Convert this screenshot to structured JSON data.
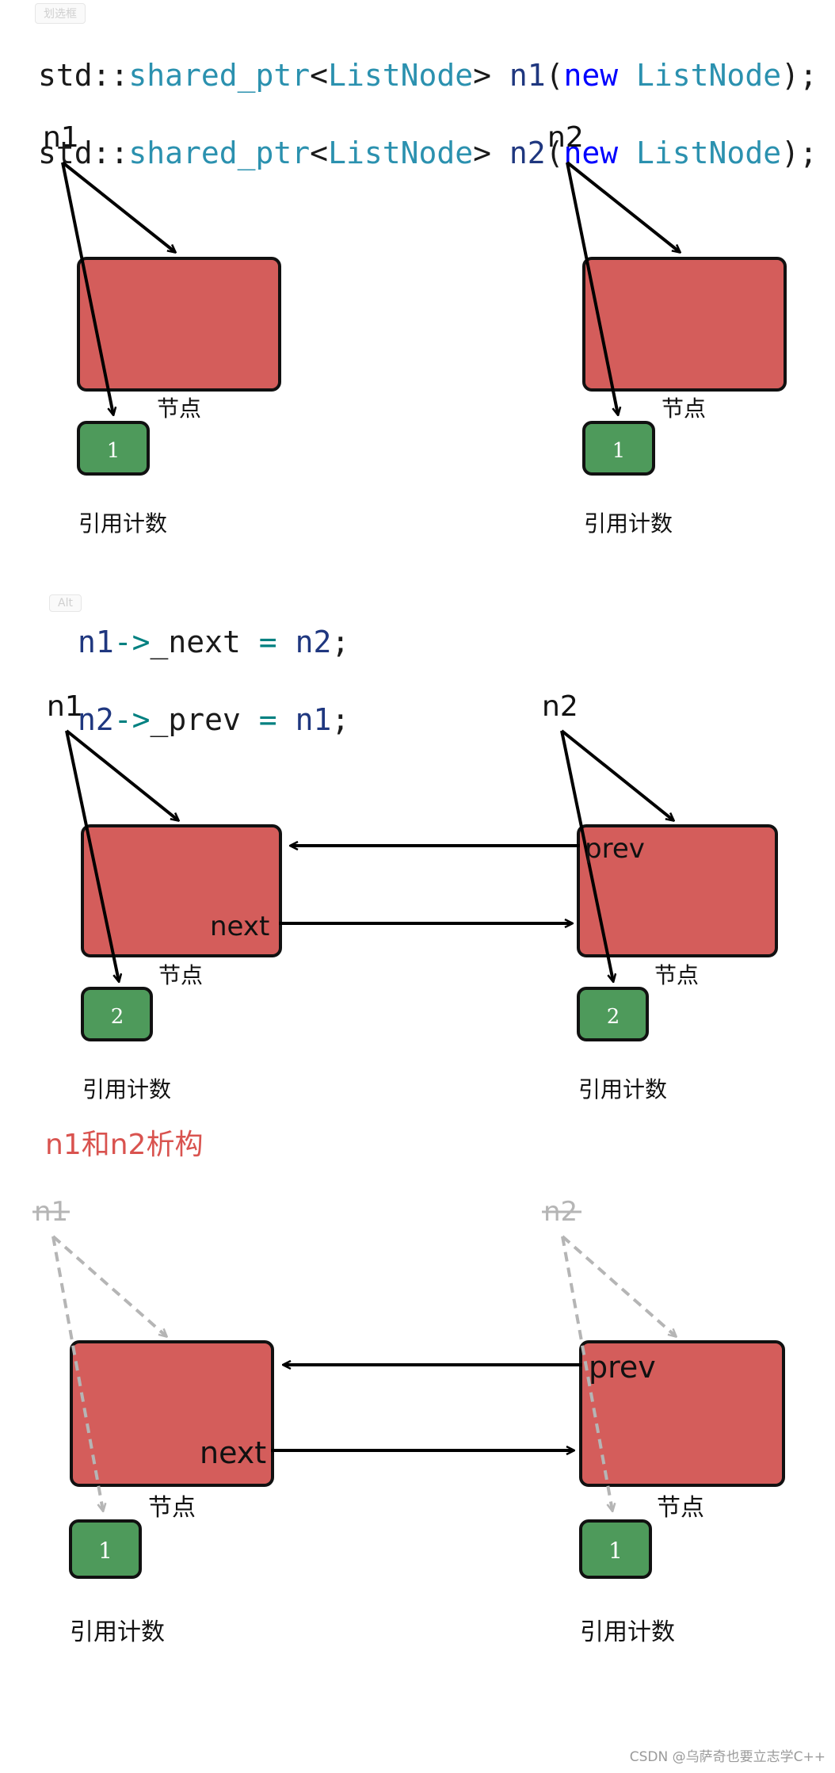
{
  "tab_label": "划选框",
  "tab2_label": "Alt",
  "code_top": {
    "line1": {
      "ns": "std::",
      "t1": "shared_ptr",
      "lt": "<",
      "t2": "ListNode",
      "gt": "> ",
      "var": "n1",
      "po": "(",
      "kw": "new",
      "sp": " ",
      "t3": "ListNode",
      "pc": ");"
    },
    "line2": {
      "ns": "std::",
      "t1": "shared_ptr",
      "lt": "<",
      "t2": "ListNode",
      "gt": "> ",
      "var": "n2",
      "po": "(",
      "kw": "new",
      "sp": " ",
      "t3": "ListNode",
      "pc": ");"
    }
  },
  "code_mid": {
    "line1": {
      "var": "n1",
      "op": "->",
      "field": "_next",
      "eq": " = ",
      "rhs": "n2",
      "end": ";"
    },
    "line2": {
      "var": "n2",
      "op": "->",
      "field": "_prev",
      "eq": " = ",
      "rhs": "n1",
      "end": ";"
    }
  },
  "section3_title": "n1和n2析构",
  "labels": {
    "n1": "n1",
    "n2": "n2",
    "node": "节点",
    "refcount": "引用计数",
    "next": "next",
    "prev": "prev"
  },
  "counts": {
    "s1_left": "1",
    "s1_right": "1",
    "s2_left": "2",
    "s2_right": "2",
    "s3_left": "1",
    "s3_right": "1"
  },
  "colors": {
    "node_fill": "#d45d5b",
    "count_fill": "#4e9a5b",
    "title_red": "#d9534f",
    "ghost_gray": "#b5b5b5"
  },
  "watermark": "CSDN @乌萨奇也要立志学C++"
}
